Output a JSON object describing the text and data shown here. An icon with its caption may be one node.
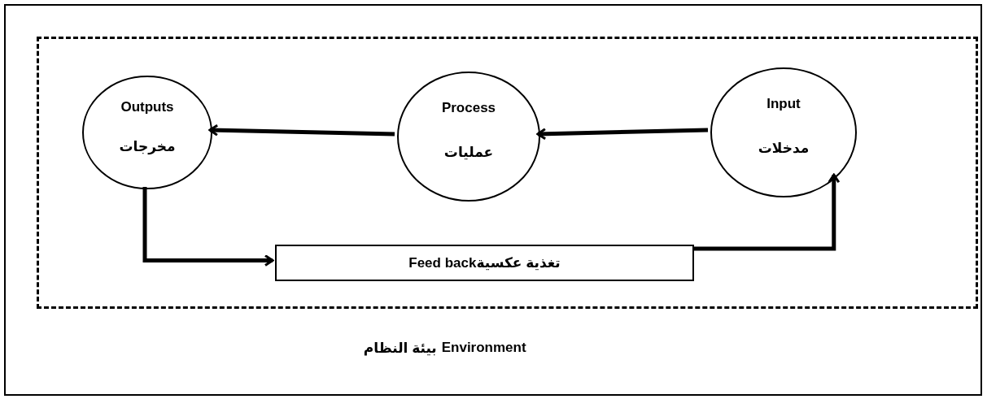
{
  "diagram": {
    "nodes": [
      {
        "text": [],
        "shape": "box"
      },
      {
        "text": [
          "Outputs",
          "مخرجات"
        ],
        "in": 0
      },
      {
        "text": [
          "Process",
          "عمليات"
        ],
        "in": 0
      },
      {
        "text": [
          "Input",
          "مدخلات"
        ],
        "in": 0
      },
      {
        "text": [
          "Feed backتغذية عكسية"
        ],
        "in": 0
      }
    ],
    "edges": [
      {
        "from": 3,
        "to": 2,
        "arrow": "to"
      },
      {
        "from": 2,
        "to": 1,
        "arrow": "to"
      },
      {
        "from": 1,
        "to": 4,
        "arrow": "to"
      },
      {
        "from": 4,
        "to": 3,
        "arrow": "to"
      }
    ],
    "labels": [
      "بيئة النظام",
      "Environment"
    ]
  }
}
